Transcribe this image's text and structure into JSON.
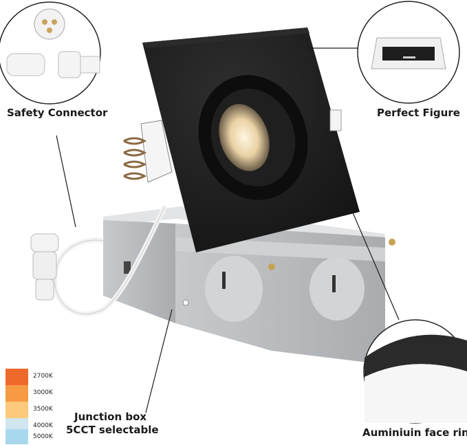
{
  "callouts": {
    "safety_connector": "Safety Connector",
    "perfect_figure": "Perfect Figure",
    "face_ring": "Auminiuin face ring",
    "junction_box_line1": "Junction box",
    "junction_box_line2": "5CCT selectable"
  },
  "cct_scale": [
    {
      "label": "2700K",
      "color": "#ee6a2c"
    },
    {
      "label": "3000K",
      "color": "#f79a44"
    },
    {
      "label": "3500K",
      "color": "#fbca7a"
    },
    {
      "label": "4000K",
      "color": "#cfe6ef"
    },
    {
      "label": "5000K",
      "color": "#a8d8ee"
    }
  ],
  "colors": {
    "trim": "#1b1b1b",
    "junction_box": "#b9bcbf",
    "lamp_glow": "#f6e3c0"
  }
}
